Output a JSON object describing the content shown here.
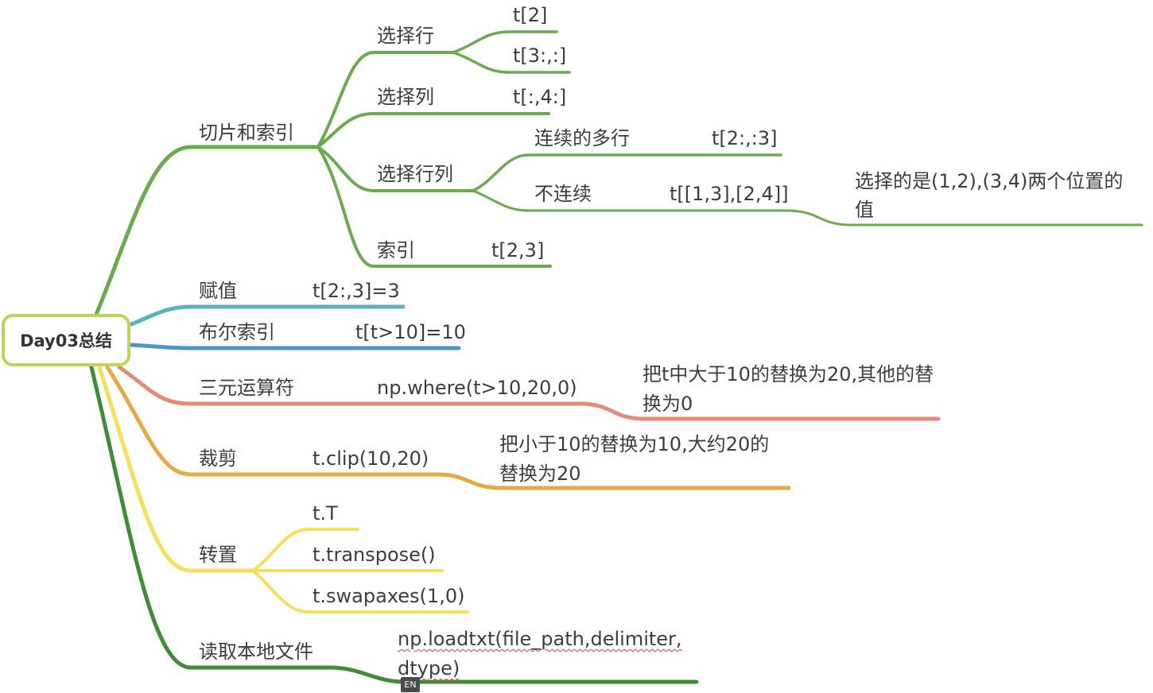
{
  "root": {
    "label": "Day03总结"
  },
  "colors": {
    "green": "#6bab4f",
    "teal": "#5ab2bd",
    "blue": "#4a96c9",
    "salmon": "#e48a76",
    "orange": "#e7aa42",
    "yellow": "#f4e05c",
    "darkgreen": "#3f8e35",
    "root_border": "#bdd35a"
  },
  "branches": {
    "slicing": {
      "label": "切片和索引",
      "select_row": {
        "label": "选择行",
        "ex1": "t[2]",
        "ex2": "t[3:,:]"
      },
      "select_col": {
        "label": "选择列",
        "ex": "t[:,4:]"
      },
      "select_rowcol": {
        "label": "选择行列",
        "contiguous": {
          "label": "连续的多行",
          "ex": "t[2:,:3]"
        },
        "noncontiguous": {
          "label": "不连续",
          "ex": "t[[1,3],[2,4]]",
          "note": "选择的是(1,2),(3,4)两个位置的值"
        }
      },
      "index": {
        "label": "索引",
        "ex": "t[2,3]"
      }
    },
    "assign": {
      "label": "赋值",
      "ex": "t[2:,3]=3"
    },
    "bool_index": {
      "label": "布尔索引",
      "ex": "t[t>10]=10"
    },
    "ternary": {
      "label": "三元运算符",
      "ex": "np.where(t>10,20,0)",
      "note": "把t中大于10的替换为20,其他的替换为0"
    },
    "clip": {
      "label": "裁剪",
      "ex": "t.clip(10,20)",
      "note": "把小于10的替换为10,大约20的替换为20"
    },
    "transpose": {
      "label": "转置",
      "ex1": "t.T",
      "ex2": "t.transpose()",
      "ex3": "t.swapaxes(1,0)"
    },
    "load": {
      "label": "读取本地文件",
      "ex": "np.loadtxt(file_path,delimiter,dtype)"
    }
  },
  "ime_badge": "EN"
}
